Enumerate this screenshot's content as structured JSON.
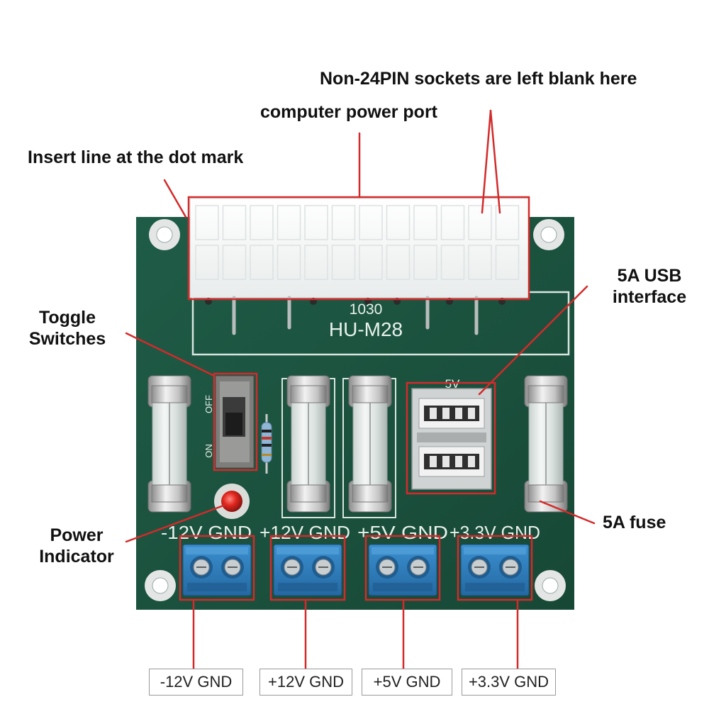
{
  "annotations": {
    "non24pin": "Non-24PIN sockets are left blank here",
    "power_port": "computer power port",
    "insert_line": "Insert line at the dot mark",
    "toggle_line1": "Toggle",
    "toggle_line2": "Switches",
    "usb_line1": "5A USB",
    "usb_line2": "interface",
    "power_ind_line1": "Power",
    "power_ind_line2": "Indicator",
    "fuse": "5A fuse"
  },
  "board": {
    "model_number": "1030",
    "model_name": "HU-M28",
    "switch_off": "OFF",
    "switch_on": "ON",
    "usb_voltage": "5V",
    "silk_labels": [
      "-12V GND",
      "+12V GND",
      "+5V GND",
      "+3.3V GND"
    ]
  },
  "outputs": [
    "-12V GND",
    "+12V GND",
    "+5V GND",
    "+3.3V GND"
  ],
  "colors": {
    "pcb": "#1f5a45",
    "callout": "#d42a2a",
    "terminal": "#2f7fbe",
    "led": "#e0261e"
  }
}
